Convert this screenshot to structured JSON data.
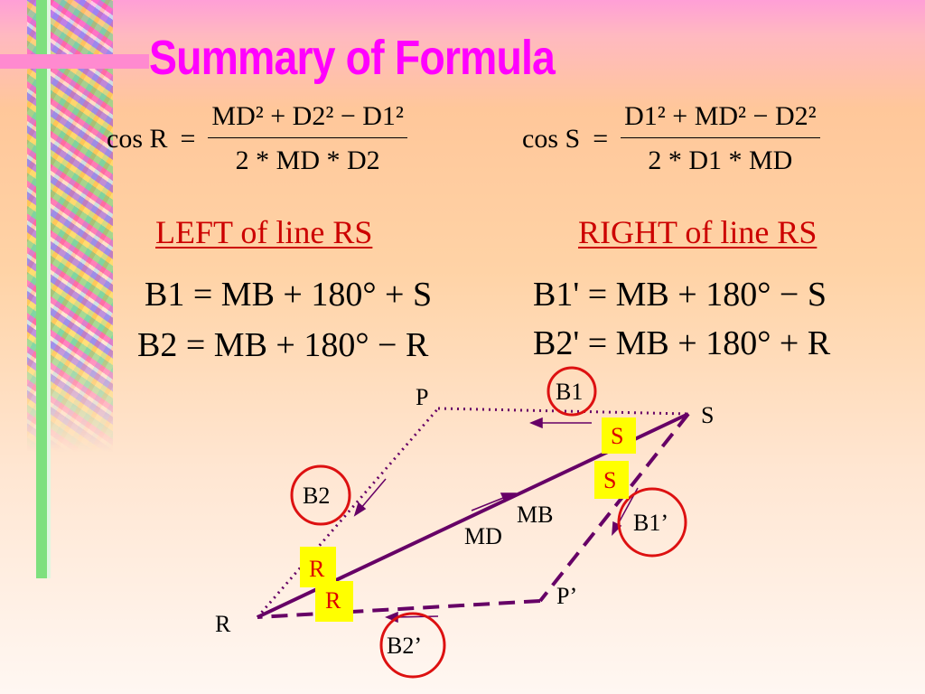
{
  "title": "Summary of Formula",
  "formula_cosR": {
    "lhs": "cos R",
    "eq": "=",
    "numerator": "MD² + D2² − D1²",
    "denominator": "2 * MD * D2"
  },
  "formula_cosS": {
    "lhs": "cos S",
    "eq": "=",
    "numerator": "D1² + MD² − D2²",
    "denominator": "2 * D1 * MD"
  },
  "left": {
    "heading": "LEFT of line RS",
    "b1": "B1 = MB + 180° + S",
    "b2": "B2 = MB + 180° − R"
  },
  "right": {
    "heading": "RIGHT of line RS",
    "b1": "B1' = MB + 180° − S",
    "b2": "B2' = MB + 180° + R"
  },
  "diagram": {
    "point_p": "P",
    "point_s": "S",
    "point_r": "R",
    "point_p_prime": "P’",
    "label_b1": "B1",
    "label_b2": "B2",
    "label_b1_prime": "B1’",
    "label_b2_prime": "B2’",
    "label_md": "MD",
    "label_mb": "MB",
    "box_s_top": "S",
    "box_s_bottom": "S",
    "box_r_top": "R",
    "box_r_bottom": "R",
    "colors": {
      "line": "#660066",
      "circle": "#dd1111",
      "angle_box": "#ffff00",
      "angle_text": "#dd0000",
      "title": "#ff00ff",
      "heading": "#cc0000"
    }
  }
}
